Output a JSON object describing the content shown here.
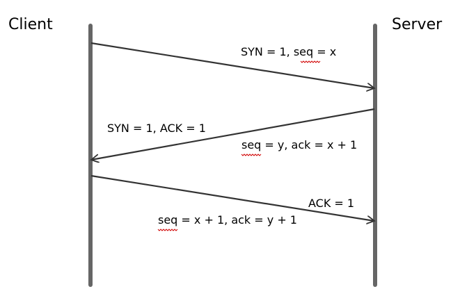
{
  "participants": {
    "client": "Client",
    "server": "Server"
  },
  "messages": [
    {
      "label": "SYN = 1, seq = x"
    },
    {
      "label_line1": "SYN = 1, ACK = 1",
      "label_line2": "seq = y, ack = x + 1"
    },
    {
      "label_line1": "ACK = 1",
      "label_line2": "seq = x + 1, ack = y + 1"
    }
  ],
  "colors": {
    "lifeline": "#666666",
    "arrow": "#333333",
    "spellcheck_underline": "#d00000"
  }
}
